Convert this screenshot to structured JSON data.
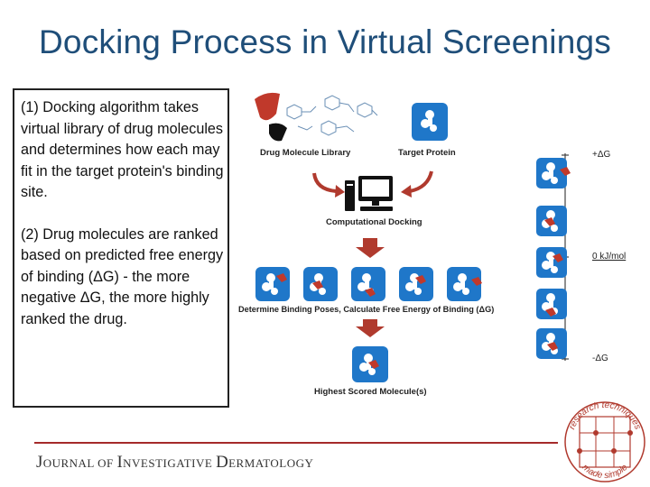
{
  "title": "Docking Process in Virtual Screenings",
  "text_box": {
    "paragraph1": "(1) Docking algorithm takes virtual library of drug molecules and determines how each may fit in the target protein's binding site.",
    "paragraph2": "(2) Drug molecules are ranked based on predicted free energy of binding (ΔG) - the more negative ΔG, the more highly ranked the drug."
  },
  "diagram": {
    "library_label": "Drug Molecule Library",
    "target_label": "Target Protein",
    "docking_label": "Computational Docking",
    "poses_label": "Determine Binding Poses, Calculate Free Energy of Binding (ΔG)",
    "highest_label": "Highest Scored Molecule(s)",
    "scale": {
      "top": "+ΔG",
      "middle": "0 kJ/mol",
      "bottom": "-ΔG"
    }
  },
  "footer": {
    "journal_parts": [
      {
        "text": "J",
        "size": "lg"
      },
      {
        "text": "OURNAL OF ",
        "size": "sm"
      },
      {
        "text": "I",
        "size": "lg"
      },
      {
        "text": "NVESTIGATIVE ",
        "size": "sm"
      },
      {
        "text": "D",
        "size": "lg"
      },
      {
        "text": "ERMATOLOGY",
        "size": "sm"
      }
    ],
    "badge_top": "research techniques",
    "badge_bottom": "made simple"
  },
  "colors": {
    "title": "#1f4e79",
    "tile": "#1f77c9",
    "ligand": "#c0392b",
    "arrow": "#b03a2e",
    "footer_line": "#a52a2a"
  }
}
